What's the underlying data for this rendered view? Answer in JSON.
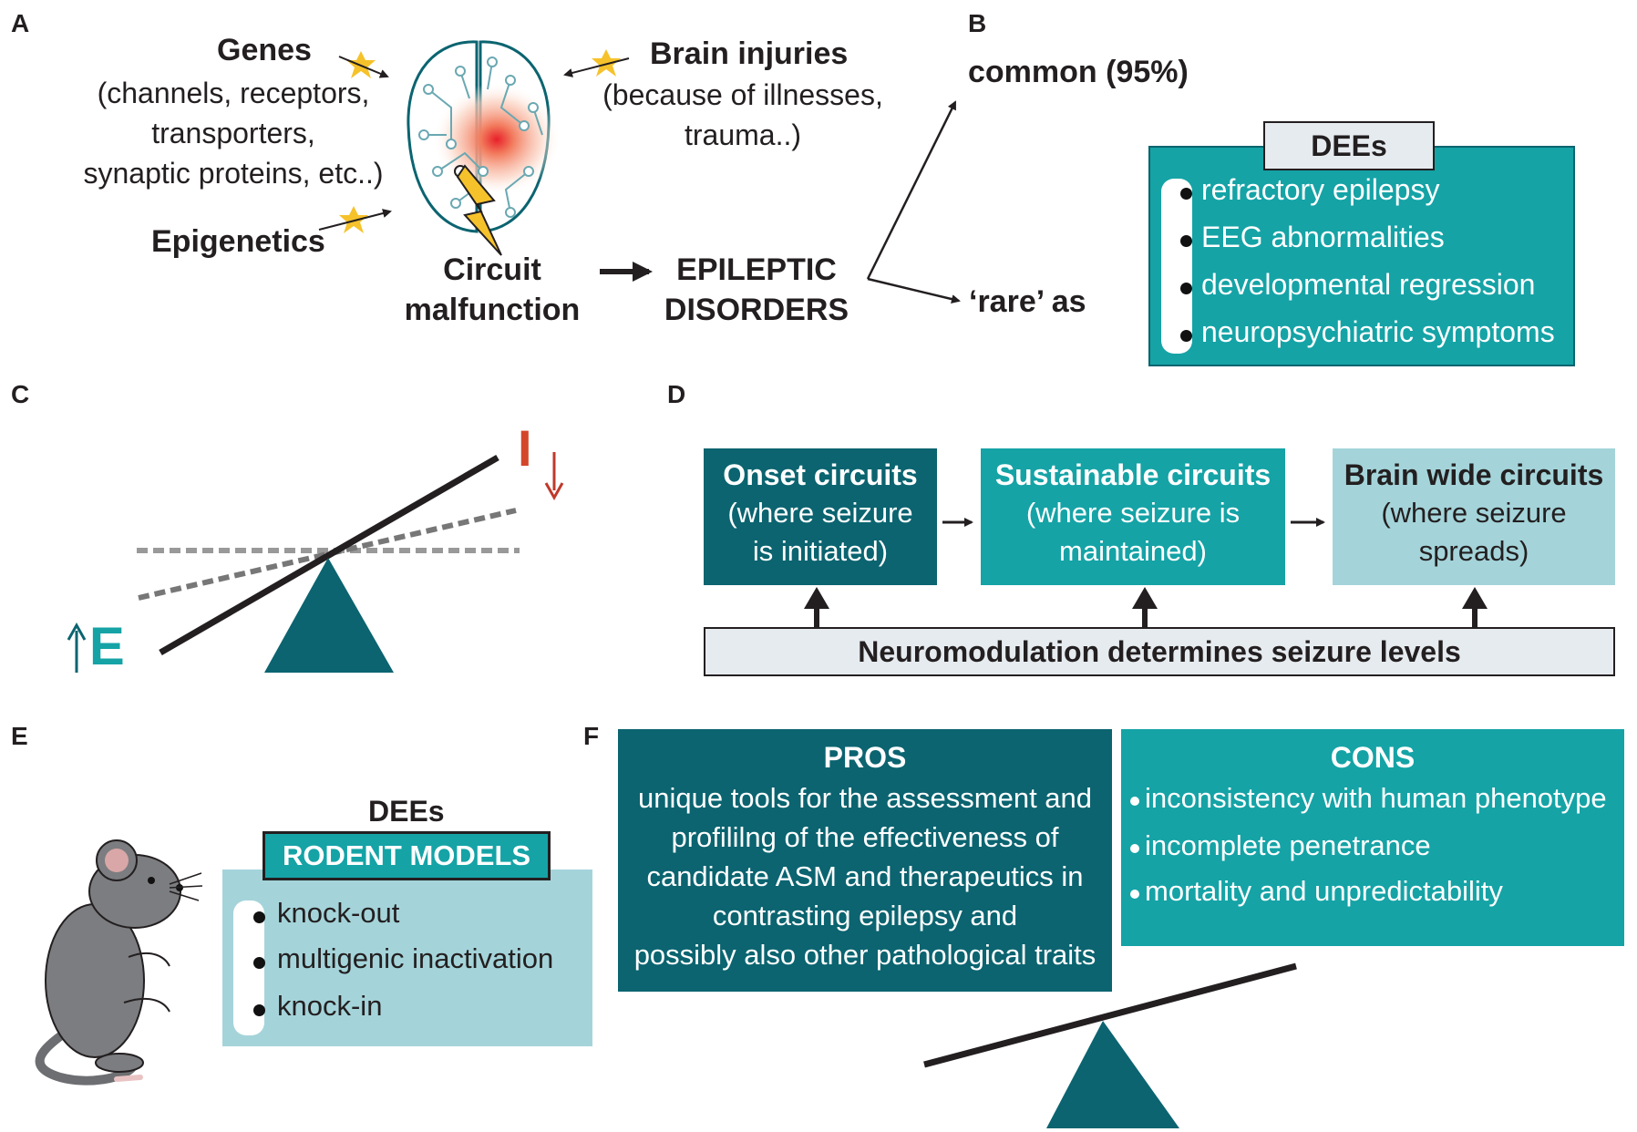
{
  "panels": {
    "A": "A",
    "B": "B",
    "C": "C",
    "D": "D",
    "E": "E",
    "F": "F"
  },
  "panel_a": {
    "genes_title": "Genes",
    "genes_lines": [
      "(channels, receptors,",
      "transporters,",
      "synaptic proteins, etc..)"
    ],
    "injuries_title": "Brain injuries",
    "injuries_lines": [
      "(because of illnesses,",
      "trauma..)"
    ],
    "epigenetics": "Epigenetics",
    "circuit_lines": [
      "Circuit",
      "malfunction"
    ],
    "epileptic_lines": [
      "EPILEPTIC",
      "DISORDERS"
    ],
    "brain_icon": "brain-icon",
    "star_icon": "star-icon",
    "lightning_icon": "lightning-icon"
  },
  "panel_b": {
    "common": "common (95%)",
    "rare": "‘rare’ as",
    "dees_label": "DEEs",
    "items": [
      "refractory epilepsy",
      "EEG abnormalities",
      "developmental regression",
      "neuropsychiatric symptoms"
    ]
  },
  "panel_c": {
    "inhibition_letter": "I",
    "excitation_letter": "E",
    "arrow_up_icon": "arrow-up-icon",
    "arrow_down_icon": "arrow-down-icon"
  },
  "panel_d": {
    "onset_title": "Onset circuits",
    "onset_lines": [
      "(where seizure",
      "is initiated)"
    ],
    "sustain_title": "Sustainable circuits",
    "sustain_lines": [
      "(where seizure is",
      "maintained)"
    ],
    "brainwide_title": "Brain wide circuits",
    "brainwide_lines": [
      "(where seizure",
      "spreads)"
    ],
    "neuromod": "Neuromodulation determines seizure levels"
  },
  "panel_e": {
    "dees": "DEEs",
    "rodent_models": "RODENT MODELS",
    "items": [
      "knock-out",
      "multigenic inactivation",
      "knock-in"
    ],
    "mouse_icon": "mouse-icon"
  },
  "panel_f": {
    "pros_title": "PROS",
    "pros_lines": [
      "unique tools for the assessment and",
      "profililng of the effectiveness of",
      "candidate ASM and therapeutics in",
      "contrasting epilepsy and",
      "possibly also other pathological traits"
    ],
    "cons_title": "CONS",
    "cons_items": [
      "inconsistency with human phenotype",
      "incomplete penetrance",
      "mortality and unpredictability"
    ]
  },
  "colors": {
    "teal_dark": "#0b6470",
    "teal": "#15a3a6",
    "teal_light": "#a4d4da",
    "grey_box": "#e6ebef",
    "inhibition_red": "#c0392b",
    "excitation_teal": "#15a3a6",
    "star_yellow": "#f6c22b"
  }
}
